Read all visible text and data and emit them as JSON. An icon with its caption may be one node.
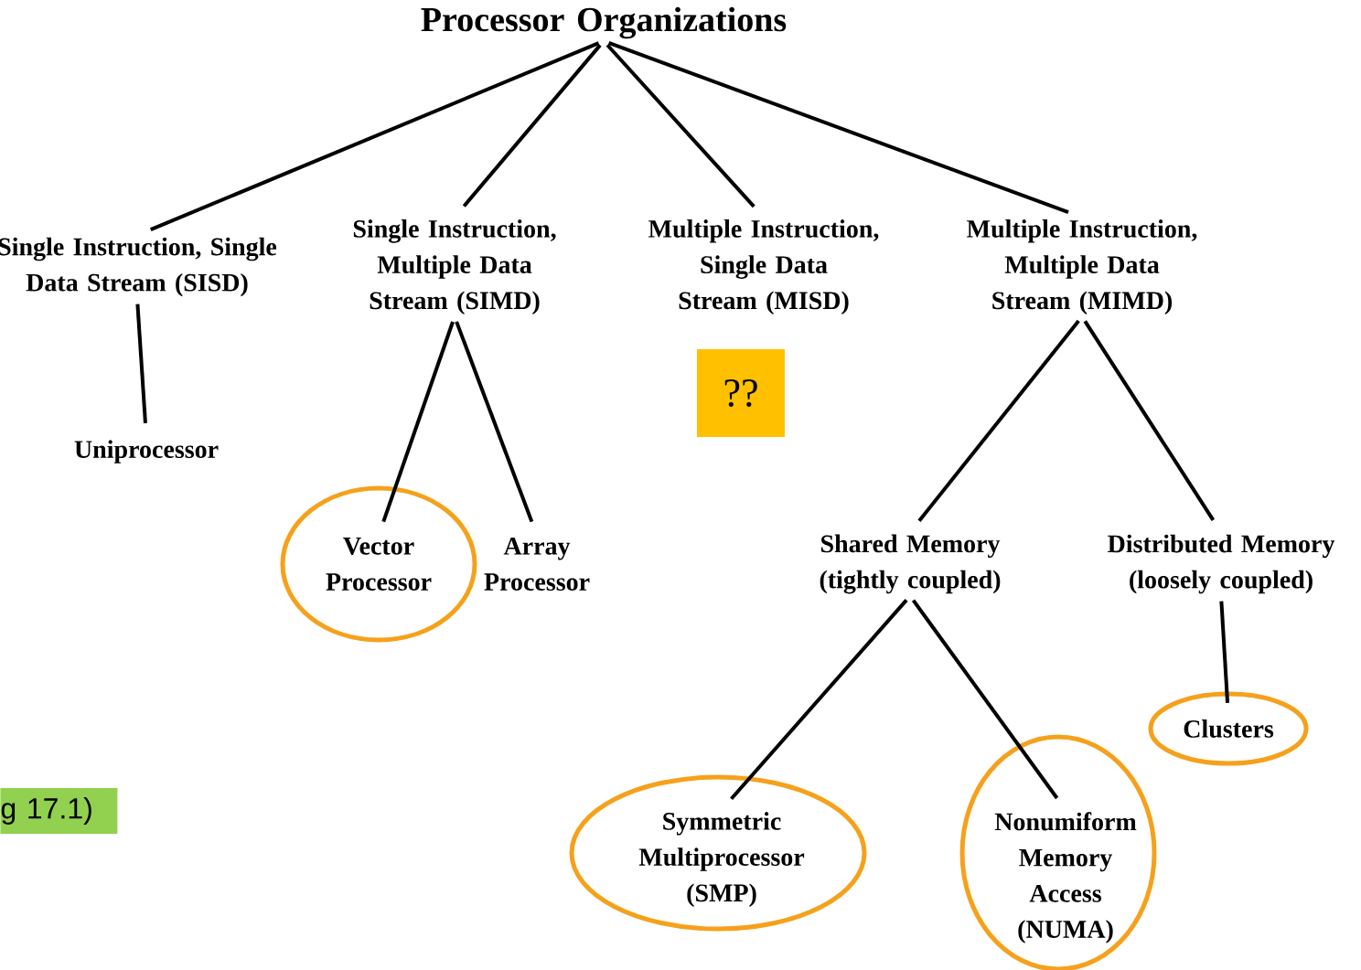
{
  "diagram": {
    "nodes": [
      {
        "text": [
          "Processor Organizations"
        ]
      },
      {
        "text": [
          "Single Instruction, Single Data Stream (SISD)"
        ]
      },
      {
        "text": [
          "Single Instruction, Multiple Data Stream (SIMD)"
        ]
      },
      {
        "text": [
          "Multiple Instruction, Single Data Stream (MISD)"
        ]
      },
      {
        "text": [
          "Multiple Instruction, Multiple Data Stream (MIMD)"
        ]
      },
      {
        "text": [
          "Uniprocessor"
        ]
      },
      {
        "text": [
          "Vector Processor"
        ]
      },
      {
        "text": [
          "Array Processor"
        ]
      },
      {
        "text": [
          "??"
        ]
      },
      {
        "text": [
          "Shared Memory (tightly coupled)"
        ]
      },
      {
        "text": [
          "Distributed Memory (loosely coupled)"
        ]
      },
      {
        "text": [
          "Symmetric Multiprocessor (SMP)"
        ]
      },
      {
        "text": [
          "Nonumiform Memory Access (NUMA)"
        ]
      },
      {
        "text": [
          "Clusters"
        ]
      },
      {
        "text": [
          "g 17.1)"
        ]
      }
    ],
    "edges": [
      {
        "from": 0,
        "to": 1,
        "arrow": "none"
      },
      {
        "from": 0,
        "to": 2,
        "arrow": "none"
      },
      {
        "from": 0,
        "to": 3,
        "arrow": "none"
      },
      {
        "from": 0,
        "to": 4,
        "arrow": "none"
      },
      {
        "from": 1,
        "to": 5,
        "arrow": "none"
      },
      {
        "from": 2,
        "to": 6,
        "arrow": "none"
      },
      {
        "from": 2,
        "to": 7,
        "arrow": "none"
      },
      {
        "from": 4,
        "to": 9,
        "arrow": "none"
      },
      {
        "from": 4,
        "to": 10,
        "arrow": "none"
      },
      {
        "from": 9,
        "to": 11,
        "arrow": "none"
      },
      {
        "from": 9,
        "to": 12,
        "arrow": "none"
      },
      {
        "from": 10,
        "to": 13,
        "arrow": "none"
      }
    ]
  }
}
